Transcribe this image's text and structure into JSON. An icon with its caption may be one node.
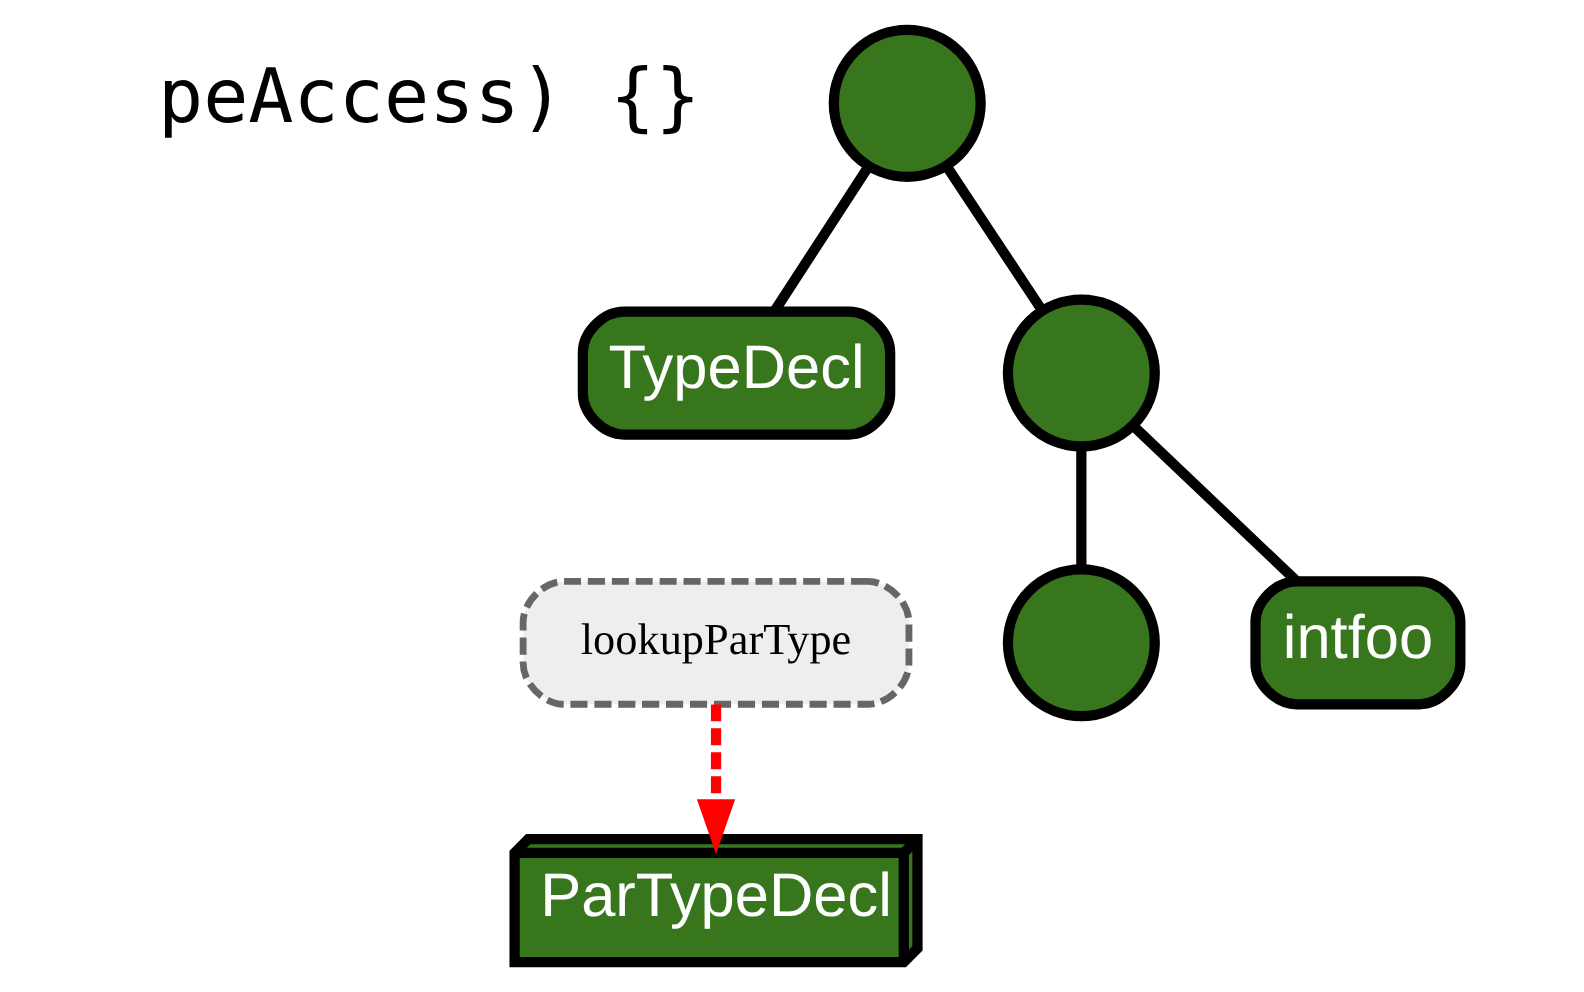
{
  "diagram": {
    "nodes": [
      {
        "text": [],
        "shape": "circle"
      },
      {
        "text": [
          "TypeDecl"
        ]
      },
      {
        "text": [],
        "shape": "circle"
      },
      {
        "text": [],
        "shape": "circle"
      },
      {
        "text": [
          "intfoo"
        ]
      },
      {
        "text": [
          "lookupParType"
        ]
      },
      {
        "text": [
          "ParTypeDecl"
        ]
      }
    ],
    "edges": [
      {
        "from": 0,
        "to": 1,
        "arrow": "none"
      },
      {
        "from": 0,
        "to": 2,
        "arrow": "none"
      },
      {
        "from": 2,
        "to": 3,
        "arrow": "none"
      },
      {
        "from": 2,
        "to": 4,
        "arrow": "none"
      },
      {
        "from": 5,
        "to": 6,
        "arrow": "to",
        "style": "dashed",
        "color": "#ff0000"
      }
    ],
    "labels": [
      "peAccess) {}"
    ]
  }
}
